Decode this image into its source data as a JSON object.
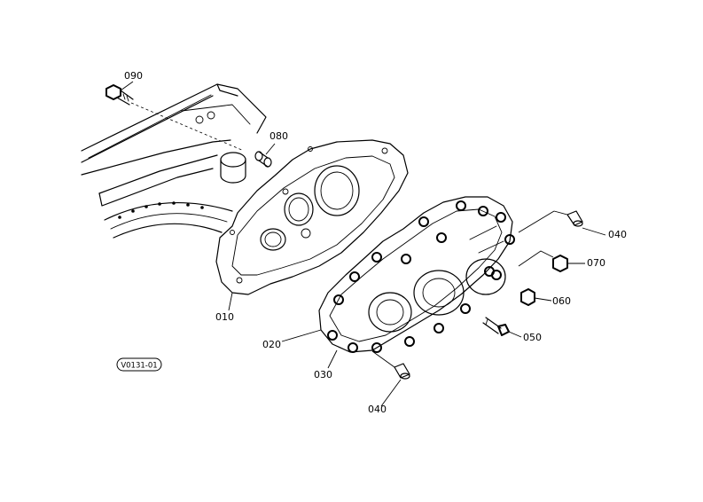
{
  "figure_code": "V0131-01",
  "parts": [
    {
      "id": "090",
      "label": "090"
    },
    {
      "id": "080",
      "label": "080"
    },
    {
      "id": "010",
      "label": "010"
    },
    {
      "id": "020",
      "label": "020"
    },
    {
      "id": "030",
      "label": "030"
    },
    {
      "id": "040a",
      "label": "040"
    },
    {
      "id": "040b",
      "label": "040"
    },
    {
      "id": "050",
      "label": "050"
    },
    {
      "id": "060",
      "label": "060"
    },
    {
      "id": "070",
      "label": "070"
    }
  ]
}
